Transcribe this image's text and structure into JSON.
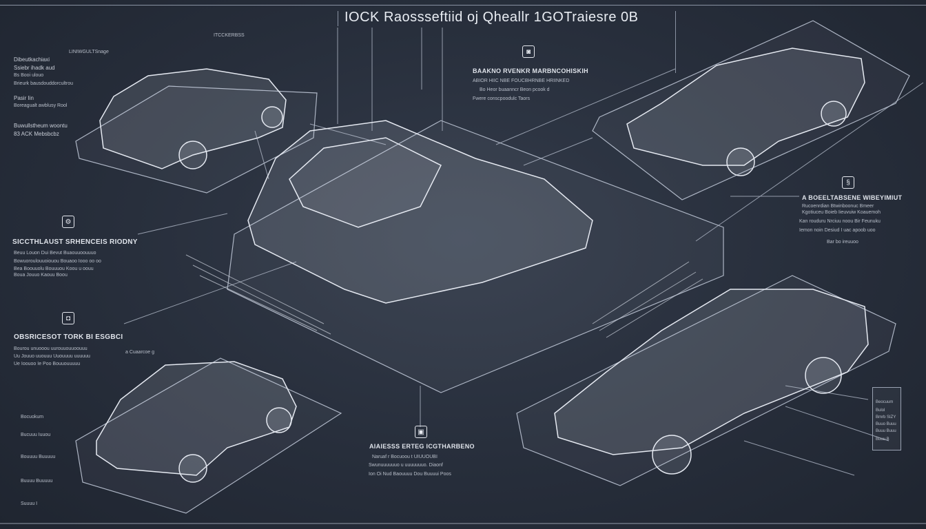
{
  "title": "IOCK Raossseftiid oj Qheallr 1GOTraiesre 0B",
  "top_label": "ITCCKERBSS",
  "top_label_2": "LINIWGULTSnage",
  "blocks": {
    "top_left": {
      "lines": [
        "Dibeutkachiaxi",
        "Ssiebr ihadk aud",
        "Bs Booi ulouo",
        "Brieurk bausdouddorcultrou",
        "Pasir Iin",
        "Boreagualt awblusy Rool",
        "Buwullstheum woontu",
        "83 ACK Mebsbcbz"
      ]
    },
    "top_center": {
      "icon": "car-seat-icon",
      "heading": "BAAKNO RVENKR MARBNCOHISKIH",
      "lines": [
        "ABIOR HIIC NBE FOUCBHRNBE HRIINKED",
        "Bo Heor buaanncr Beon pcook d",
        "Fwere conscpoodulc Taors"
      ]
    },
    "right": {
      "icon": "device-icon",
      "heading": "A BOEELTABSENE WIBEYIMIUT",
      "lines": [
        "Rucoenrdian Btwinboonuc Bmeer",
        "Kgotiuceu Boieb Iieuvuiw Koauemoh",
        "Kan rouduru Nrciuu noou Bir Feunuku",
        "Iemon noin Desiud I uac apoob uoo",
        "Bar bo ireuuoo"
      ]
    },
    "left_mid": {
      "icon": "gear-icon",
      "heading": "SICCTHLAUST SRHENCEIS RIODNY",
      "lines": [
        "Beuu Louon Dui Bevut Buaouuoouuuo",
        "Bowuoroulouuoiouou Bouaoo Iooo oo oo",
        "Bea Boouuolu Bouuuou Koou u oouu",
        "Boua Jouuo Kaouu Boou"
      ]
    },
    "left_lower": {
      "icon": "engine-icon",
      "heading": "OBSRICESOT TORK BI ESGBCI",
      "lines": [
        "Bourou unuooou uurouuouuoouuu",
        "Uu Jouuo uuouuu Uuouuuu uuuuuu",
        "Ue Ioouoo Ie Poo Bouuouuuuu"
      ],
      "callout": "a Cuaarcoe g"
    },
    "bottom_center": {
      "icon": "screen-icon",
      "heading": "AIAIESSS ERTEG ICGTHARBENO",
      "lines": [
        "Naruaf r   Bocuoou t UIUUOUBI",
        "Swunuuuuuuo u uuuuuuuo. Diaonf",
        "Ion Oi Nud Baouuuu Dou Buuuui Poos"
      ]
    },
    "left_column": {
      "items": [
        "Bocuokum",
        "Bucuuu Iuuou",
        "Bouuuu Buuuuu",
        "Buuuu Buuuuu",
        "Suuuu I"
      ]
    },
    "right_card": {
      "lines": [
        "Beocuum",
        "Bulol",
        "Bmrb SIZY",
        "Buuo Buuu",
        "Buuu Buuu",
        "Buuu B"
      ]
    }
  },
  "colors": {
    "background": "#272e3b",
    "line": "#a9b1c0",
    "car_glow": "#e6eaf2"
  }
}
